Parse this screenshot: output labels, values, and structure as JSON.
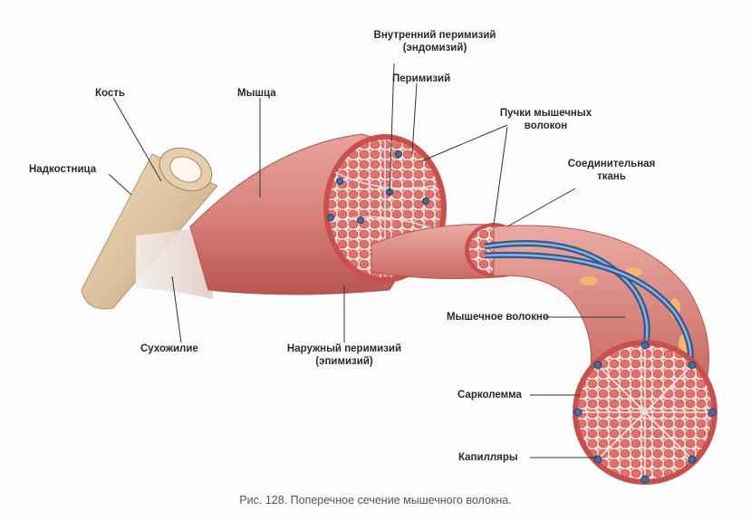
{
  "labels": {
    "bone": "Кость",
    "periosteum": "Надкостница",
    "muscle": "Мышца",
    "endomysium_line1": "Внутренний перимизий",
    "endomysium_line2": "(эндомизий)",
    "perimysium": "Перимизий",
    "bundles_line1": "Пучки мышечных",
    "bundles_line2": "волокон",
    "connective_line1": "Соединительная",
    "connective_line2": "ткань",
    "tendon": "Сухожилие",
    "epimysium_line1": "Наружный перимизий",
    "epimysium_line2": "(эпимизий)",
    "muscle_fiber": "Мышечное волокно",
    "sarcolemma": "Сарколемма",
    "capillaries": "Капилляры"
  },
  "caption": "Рис. 128. Поперечное сечение мышечного волокна.",
  "colors": {
    "bone": "#dcc3a0",
    "muscle": "#d9827c",
    "cross_section": "#c94f4d",
    "cell": "#e78781",
    "capillary": "#3f6fa5",
    "label_line": "#333333"
  }
}
